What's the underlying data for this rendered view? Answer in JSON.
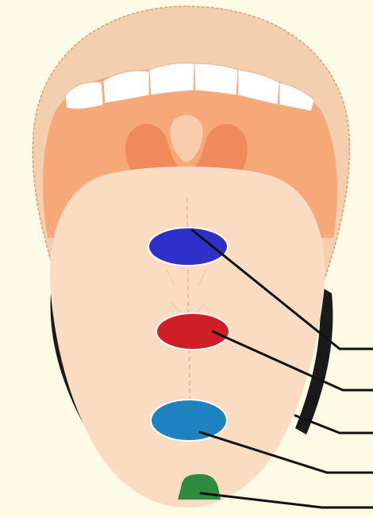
{
  "diagram": {
    "colors": {
      "background": "#fdfbe6",
      "lips": "#f4cfae",
      "lip_outline": "#d8a07a",
      "teeth": "#ffffff",
      "mouth_cavity": "#f6a878",
      "throat": "#f08a5a",
      "tongue": "#fadcc2",
      "tongue_shadow": "#1a1a1a",
      "leader_line": "#111111"
    },
    "regions": [
      {
        "name": "back-region",
        "color": "#2d31c8"
      },
      {
        "name": "middle-region",
        "color": "#d01f26"
      },
      {
        "name": "front-side-region",
        "color": "#1f82c0"
      },
      {
        "name": "tip-region",
        "color": "#2e8a3c"
      }
    ],
    "leader_line_count": 5
  }
}
